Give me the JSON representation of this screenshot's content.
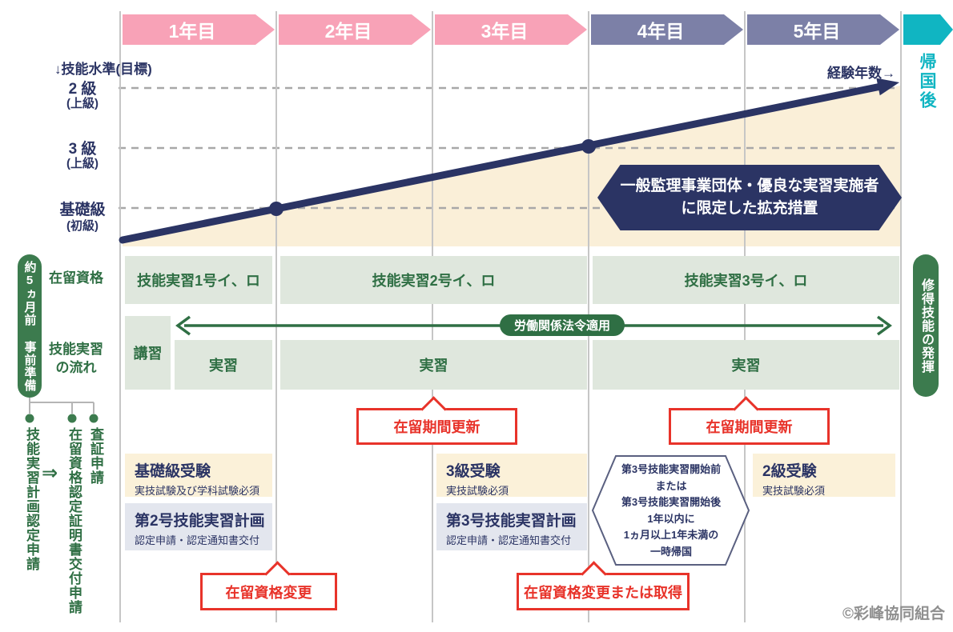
{
  "header": {
    "years": [
      {
        "label": "1年目",
        "color": "#f8a2b7"
      },
      {
        "label": "2年目",
        "color": "#f8a2b7"
      },
      {
        "label": "3年目",
        "color": "#f8a2b7"
      },
      {
        "label": "4年目",
        "color": "#7c80a7"
      },
      {
        "label": "5年目",
        "color": "#7c80a7"
      }
    ],
    "return_label": "帰国後",
    "experience_label": "経験年数→"
  },
  "chart": {
    "axis_title": "↓技能水準(目標)",
    "levels": [
      {
        "grade": "2 級",
        "rank": "(上級)"
      },
      {
        "grade": "3 級",
        "rank": "(上級)"
      },
      {
        "grade": "基礎級",
        "rank": "(初級)"
      }
    ],
    "callout_line1": "一般監理事業団体・優良な実習実施者",
    "callout_line2": "に限定した拡充措置"
  },
  "rows": {
    "status_label": "在留資格",
    "status_boxes": [
      "技能実習1号イ、ロ",
      "技能実習2号イ、ロ",
      "技能実習3号イ、ロ"
    ],
    "flow_label_line1": "技能実習",
    "flow_label_line2": "の流れ",
    "flow_boxes": {
      "lecture": "講習",
      "training1": "実習",
      "training2": "実習",
      "training3": "実習"
    },
    "law_label": "労働関係法令適用"
  },
  "side": {
    "left_pill": "約5ヵ月前 事前準備",
    "right_pill": "修得技能の発揮"
  },
  "callouts": {
    "renewal1": "在留期間更新",
    "renewal2": "在留期間更新",
    "change1": "在留資格変更",
    "change2": "在留資格変更または取得"
  },
  "exams": [
    {
      "title": "基礎級受験",
      "sub": "実技試験及び学科試験必須"
    },
    {
      "title": "3級受験",
      "sub": "実技試験必須"
    },
    {
      "title": "2級受験",
      "sub": "実技試験必須"
    }
  ],
  "plans": [
    {
      "title": "第2号技能実習計画",
      "sub": "認定申請・認定通知書交付"
    },
    {
      "title": "第3号技能実習計画",
      "sub": "認定申請・認定通知書交付"
    }
  ],
  "hexnote": {
    "lines": [
      "第3号技能実習開始前",
      "または",
      "第3号技能実習開始後",
      "1年以内に",
      "1ヵ月以上1年未満の",
      "一時帰国"
    ]
  },
  "pre_process": {
    "steps": [
      "技能実習計画認定申請",
      "在留資格認定証明書交付申請",
      "査証申請"
    ],
    "arrow": "⇒"
  },
  "footer": {
    "credit": "©彩峰協同組合"
  },
  "colors": {
    "navy": "#2b3464",
    "green": "#2f6f44",
    "pill_green": "#3c7b4e",
    "pink": "#f8a2b7",
    "purple": "#7c80a7",
    "teal": "#10b5c2",
    "cream": "#faefd8",
    "box_green": "#dfe7dd",
    "box_cream": "#fbf1d9",
    "box_gray": "#e3e6ee",
    "red": "#e8332a",
    "gridline": "#c6c6c6"
  }
}
